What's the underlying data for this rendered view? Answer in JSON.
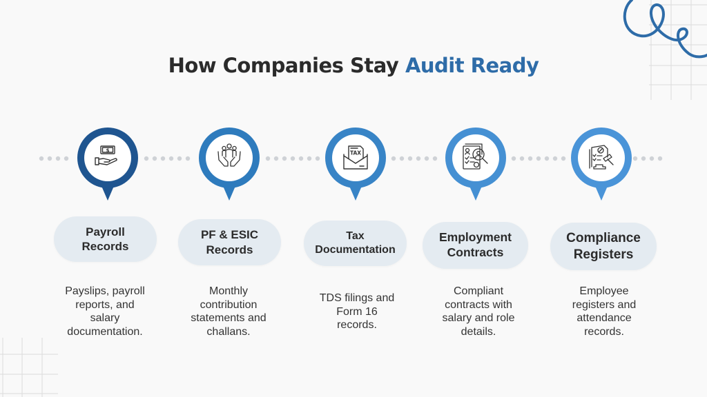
{
  "title": {
    "prefix": "How Companies Stay ",
    "accent": "Audit Ready"
  },
  "colors": {
    "background": "#f9f9f9",
    "title_dark": "#2b2b2b",
    "title_accent": "#2e6ca8",
    "pill_bg": "#e4ebf1",
    "dot": "#cfd2d6"
  },
  "steps": [
    {
      "icon": "money-hand-icon",
      "color": "#1f5590",
      "label_line1": "Payroll",
      "label_line2": "Records",
      "desc": [
        "Payslips, payroll",
        "reports, and",
        "salary",
        "documentation."
      ]
    },
    {
      "icon": "people-hands-icon",
      "color": "#2e7bbd",
      "label_line1": "PF & ESIC",
      "label_line2": "Records",
      "desc": [
        "Monthly",
        "contribution",
        "statements and",
        "challans."
      ]
    },
    {
      "icon": "tax-envelope-icon",
      "color": "#3884c6",
      "label_line1": "Tax",
      "label_line2": "Documentation",
      "desc": [
        "TDS filings and",
        "Form 16",
        "records."
      ]
    },
    {
      "icon": "contract-search-icon",
      "color": "#4590d3",
      "label_line1": "Employment",
      "label_line2": "Contracts",
      "desc": [
        "Compliant",
        "contracts with",
        "salary and role",
        "details."
      ]
    },
    {
      "icon": "legal-register-icon",
      "color": "#4a94d8",
      "label_line1": "Compliance",
      "label_line2": "Registers",
      "desc": [
        "Employee",
        "registers and",
        "attendance",
        "records."
      ]
    }
  ]
}
